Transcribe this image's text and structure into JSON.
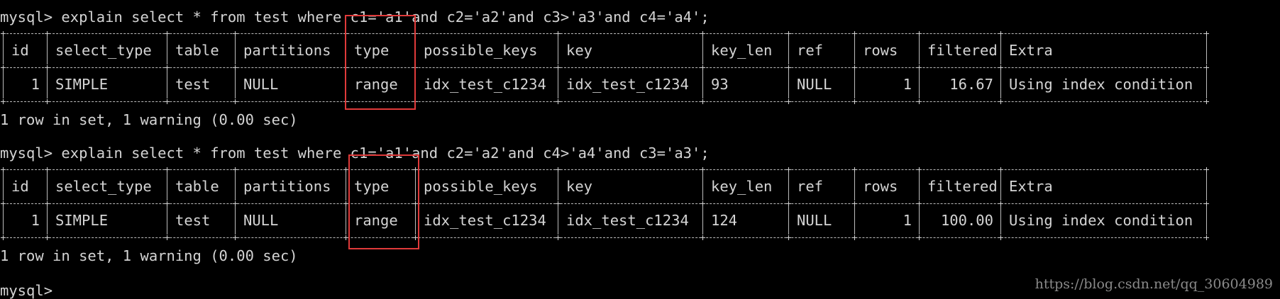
{
  "window": {
    "background": "#000000",
    "text_color": "#d4d4d4",
    "highlight_color": "#e03a3a"
  },
  "blocks": [
    {
      "prompt": "mysql> explain select * from test where c1='a1'and c2='a2'and c3>'a3'and c4='a4';",
      "headers": [
        "id",
        "select_type",
        "table",
        "partitions",
        "type",
        "possible_keys",
        "key",
        "key_len",
        "ref",
        "rows",
        "filtered",
        "Extra"
      ],
      "row": [
        "1",
        "SIMPLE",
        "test",
        "NULL",
        "range",
        "idx_test_c1234",
        "idx_test_c1234",
        "93",
        "NULL",
        "1",
        "16.67",
        "Using index condition"
      ],
      "summary": "1 row in set, 1 warning (0.00 sec)"
    },
    {
      "prompt": "mysql> explain select * from test where c1='a1'and c2='a2'and c4>'a4'and c3='a3';",
      "headers": [
        "id",
        "select_type",
        "table",
        "partitions",
        "type",
        "possible_keys",
        "key",
        "key_len",
        "ref",
        "rows",
        "filtered",
        "Extra"
      ],
      "row": [
        "1",
        "SIMPLE",
        "test",
        "NULL",
        "range",
        "idx_test_c1234",
        "idx_test_c1234",
        "124",
        "NULL",
        "1",
        "100.00",
        "Using index condition"
      ],
      "summary": "1 row in set, 1 warning (0.00 sec)"
    }
  ],
  "final_prompt": "mysql>",
  "watermark": "https://blog.csdn.net/qq_30604989"
}
